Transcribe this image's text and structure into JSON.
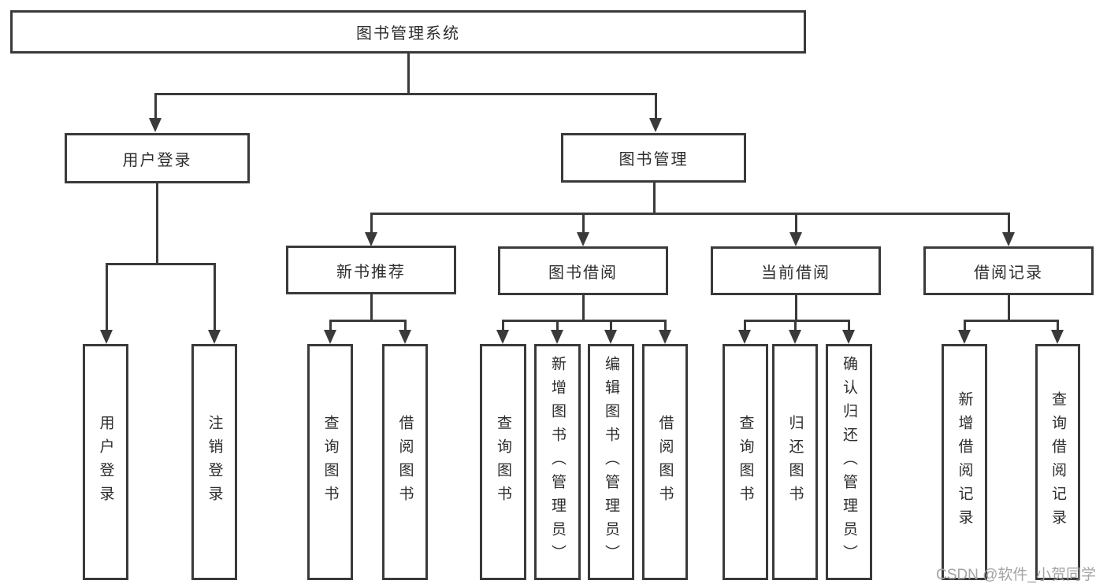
{
  "nodes": {
    "root": "图书管理系统",
    "level2": {
      "userLogin": "用户登录",
      "bookManagement": "图书管理"
    },
    "level3": {
      "newBookRecommendation": "新书推荐",
      "bookBorrowing": "图书借阅",
      "currentBorrowing": "当前借阅",
      "borrowingRecords": "借阅记录"
    },
    "leaves": {
      "userLogin": [
        "用户登录",
        "注销登录"
      ],
      "newBookRecommendation": [
        "查询图书",
        "借阅图书"
      ],
      "bookBorrowing": [
        "查询图书",
        "新增图书（管理员）",
        "编辑图书（管理员）",
        "借阅图书"
      ],
      "currentBorrowing": [
        "查询图书",
        "归还图书",
        "确认归还（管理员）"
      ],
      "borrowingRecords": [
        "新增借阅记录",
        "查询借阅记录"
      ]
    }
  },
  "watermark": "CSDN @软件_小贺同学",
  "colors": {
    "line": "#3a3a3a",
    "text": "#2d2d2d",
    "background": "#ffffff",
    "watermark": "#a4a4a4"
  }
}
